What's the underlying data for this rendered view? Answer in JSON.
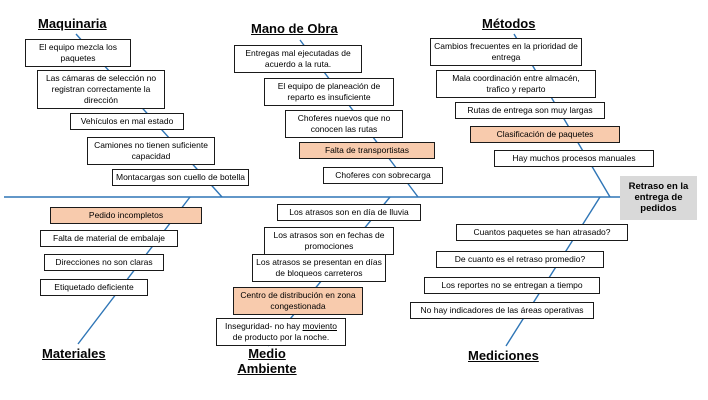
{
  "effect": "Retraso en la entrega de pedidos",
  "colors": {
    "branch_line": "#2E75B6",
    "highlight_fill": "#F8CBAD",
    "effect_fill": "#D9D9D9",
    "box_fill": "#FFFFFF",
    "box_border": "#1A1A1A"
  },
  "categories": {
    "maquinaria": {
      "label": "Maquinaria",
      "items": [
        "El equipo mezcla los paquetes",
        "Las cámaras de selección no registran correctamente la dirección",
        "Vehículos en mal estado",
        "Camiones no tienen suficiente capacidad",
        "Montacargas son cuello de botella"
      ]
    },
    "mano_de_obra": {
      "label": "Mano de Obra",
      "items": [
        "Entregas mal ejecutadas de acuerdo a la ruta.",
        "El equipo de planeación de reparto es insuficiente",
        "Choferes nuevos que no conocen las rutas",
        "Falta de transportistas",
        "Choferes con sobrecarga"
      ]
    },
    "metodos": {
      "label": "Métodos",
      "items": [
        "Cambios frecuentes en la prioridad de entrega",
        "Mala coordinación entre almacén, trafico y reparto",
        "Rutas de entrega son muy largas",
        "Clasificación de paquetes",
        "Hay muchos procesos manuales"
      ]
    },
    "materiales": {
      "label": "Materiales",
      "items": [
        "Pedido incompletos",
        "Falta de material de embalaje",
        "Direcciones no son claras",
        "Etiquetado deficiente"
      ]
    },
    "medio_ambiente": {
      "label": "Medio Ambiente",
      "items": [
        "Los atrasos son en día de lluvia",
        "Los atrasos son en fechas de promociones",
        "Los atrasos se presentan en días de bloqueos carreteros",
        "Centro de distribución en zona congestionada"
      ],
      "note": {
        "pre": "Inseguridad- no hay ",
        "underlined": "moviento",
        "post": " de producto por la noche."
      }
    },
    "mediciones": {
      "label": "Mediciones",
      "items": [
        "Cuantos paquetes se han atrasado?",
        "De cuanto es el retraso promedio?",
        "Los reportes no se entregan a tiempo",
        "No hay indicadores de las áreas operativas"
      ]
    }
  }
}
